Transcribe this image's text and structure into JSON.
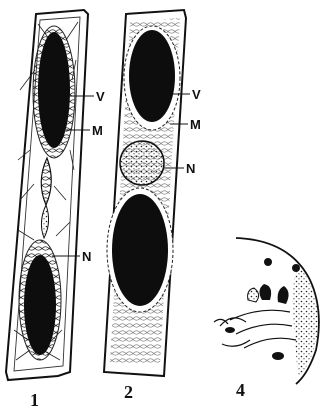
{
  "panels": [
    {
      "number": "1",
      "labels": [
        "V",
        "M",
        "N"
      ]
    },
    {
      "number": "2",
      "labels": [
        "V",
        "M",
        "N"
      ]
    },
    {
      "number": "4",
      "labels": []
    }
  ]
}
